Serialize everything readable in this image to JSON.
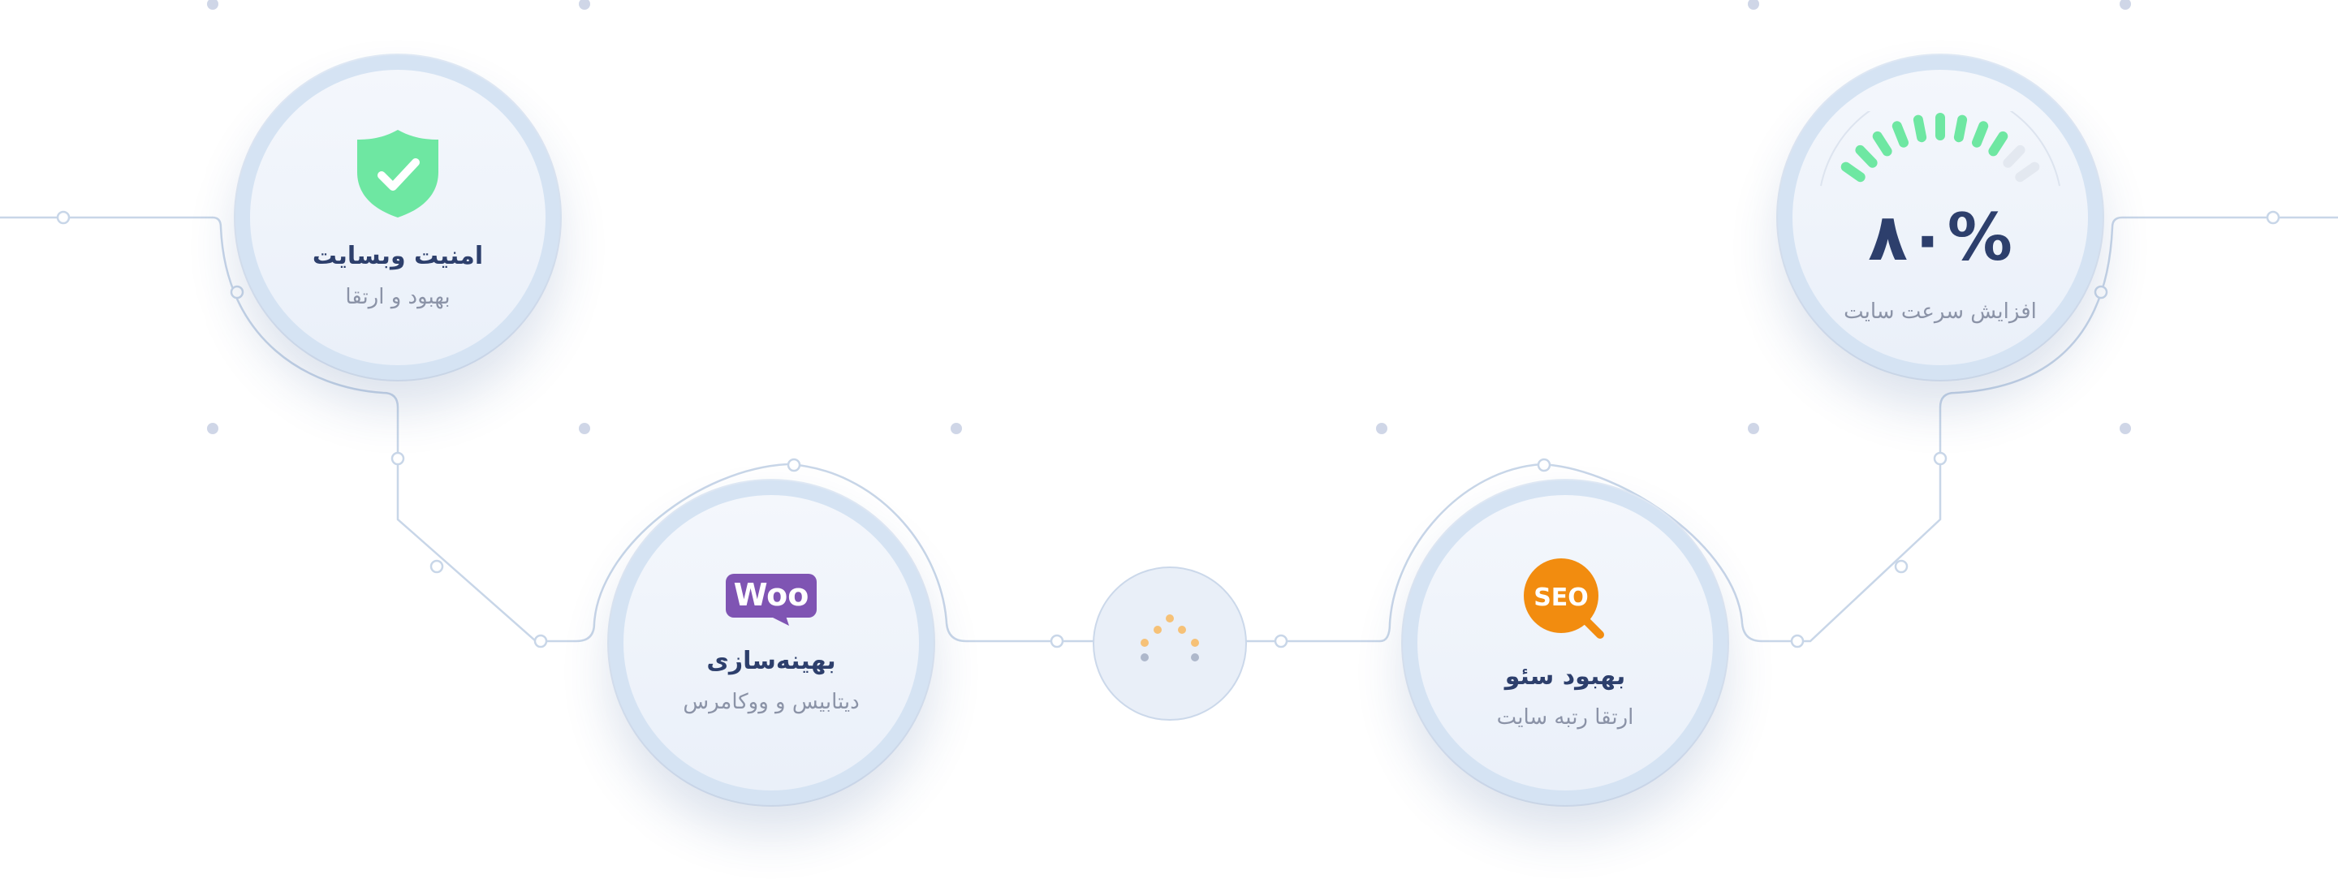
{
  "cards": {
    "security": {
      "title": "امنیت وبسایت",
      "subtitle": "بهبود و ارتقا",
      "icon": "shield-check-icon",
      "icon_color": "#6ee7a2"
    },
    "woocommerce": {
      "logo_text": "Woo",
      "title": "بهینه‌سازی",
      "subtitle": "دیتابیس و ووکامرس",
      "icon": "woocommerce-logo-icon",
      "icon_color": "#7f54b3"
    },
    "seo": {
      "logo_text": "SEO",
      "title": "بهبود سئو",
      "subtitle": "ارتقا رتبه سایت",
      "icon": "seo-magnifier-icon",
      "icon_color": "#f28c0f"
    },
    "speed": {
      "value": "۸۰%",
      "subtitle": "افزایش سرعت سایت",
      "gauge_fraction": 0.8,
      "icon": "speed-gauge-icon",
      "gauge_color": "#6ee7a2"
    }
  },
  "center": {
    "icon": "dots-spinner-icon"
  },
  "colors": {
    "title": "#2d3f6c",
    "subtitle": "#8b93a7",
    "line": "#c8d6e8",
    "ring": "#d5e3f3"
  }
}
